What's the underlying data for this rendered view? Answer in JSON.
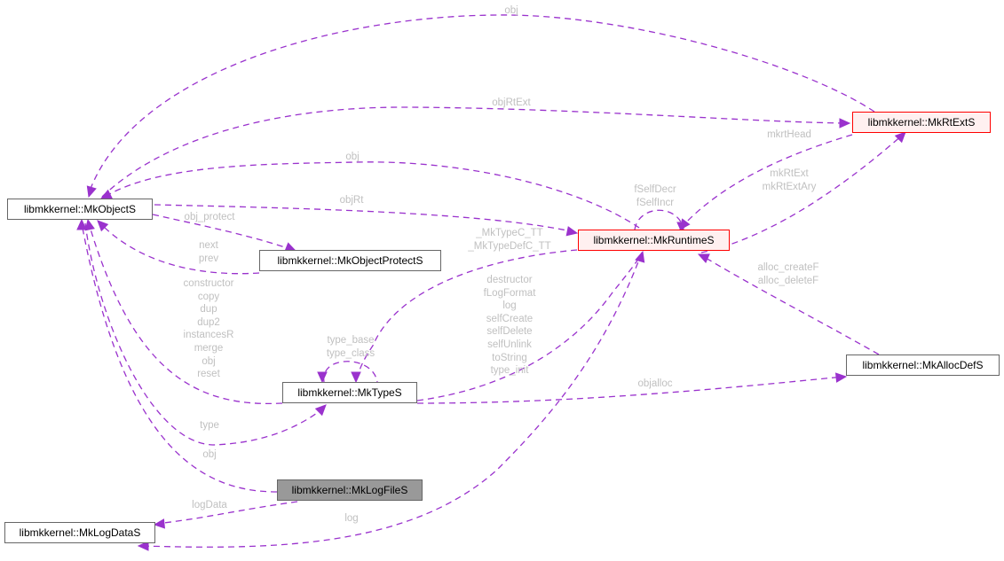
{
  "diagram": {
    "type": "collaboration-graph",
    "edge_color": "#9a32cd",
    "label_color": "#c0c0c0",
    "nodes": {
      "objects": "libmkkernel::MkObjectS",
      "rtext": "libmkkernel::MkRtExtS",
      "runtime": "libmkkernel::MkRuntimeS",
      "protect": "libmkkernel::MkObjectProtectS",
      "types": "libmkkernel::MkTypeS",
      "allocdef": "libmkkernel::MkAllocDefS",
      "logfile": "libmkkernel::MkLogFileS",
      "logdata": "libmkkernel::MkLogDataS"
    },
    "node_styles": {
      "rtext": "highlighted-red",
      "runtime": "highlighted-red",
      "logfile": "current"
    },
    "edge_labels": {
      "rtext_objects": "obj",
      "objects_rtext": "objRtExt",
      "runtime_objects": "obj",
      "objects_runtime": "objRt",
      "objects_protect": "obj_protect",
      "protect_objects": "next\nprev",
      "types_objects": "constructor\ncopy\ndup\ndup2\ninstancesR\nmerge\nobj\nreset",
      "objects_types": "type",
      "logfile_objects": "obj",
      "logfile_logdata": "logData",
      "runtime_logdata": "log",
      "runtime_self": "fSelfDecr\nfSelfIncr",
      "rtext_runtime": "mkrtHead",
      "runtime_rtext": "mkRtExt\nmkRtExtAry",
      "runtime_types": "_MkTypeC_TT\n_MkTypeDefC_TT",
      "types_runtime": "destructor\nfLogFormat\nlog\nselfCreate\nselfDelete\nselfUnlink\ntoString\ntype_init",
      "types_self": "type_base\ntype_class",
      "types_allocdef": "objalloc",
      "allocdef_runtime": "alloc_createF\nalloc_deleteF"
    }
  }
}
